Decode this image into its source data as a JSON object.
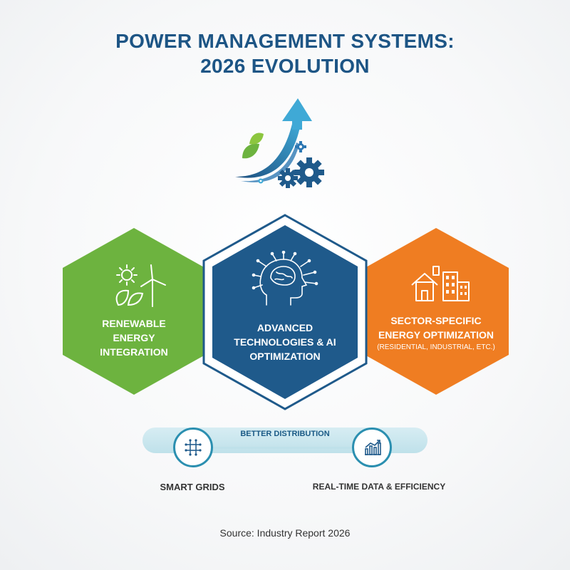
{
  "title": {
    "line1": "POWER MANAGEMENT SYSTEMS:",
    "line2": "2026 EVOLUTION"
  },
  "colors": {
    "title": "#1d5585",
    "green": "#6db33f",
    "navy": "#1f5a8b",
    "orange": "#ef7d22",
    "band": "#bfe1ea",
    "circle_border": "#2b8fb0"
  },
  "hexagons": [
    {
      "icon": "sun-wind-turbine-leaf-icon",
      "lines": [
        "RENEWABLE",
        "ENERGY",
        "INTEGRATION"
      ]
    },
    {
      "icon": "ai-brain-circuit-icon",
      "lines": [
        "ADVANCED",
        "TECHNOLOGIES & AI",
        "OPTIMIZATION"
      ]
    },
    {
      "icon": "house-buildings-icon",
      "lines": [
        "SECTOR-SPECIFIC",
        "ENERGY OPTIMIZATION"
      ],
      "sub": "(RESIDENTIAL, INDUSTRIAL, ETC.)"
    }
  ],
  "connector": {
    "label": "BETTER DISTRIBUTION",
    "left": {
      "icon": "smart-grid-network-icon",
      "caption": "SMART GRIDS"
    },
    "right": {
      "icon": "rising-bar-chart-icon",
      "caption": "REAL-TIME DATA & EFFICIENCY"
    }
  },
  "source": "Source: Industry Report 2026"
}
